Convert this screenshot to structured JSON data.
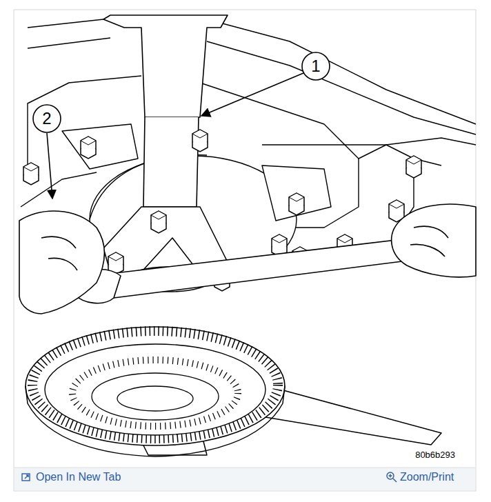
{
  "diagram": {
    "labels": [
      "1",
      "2",
      "80b6b293",
      "Open In New Tab",
      "Zoom/Print"
    ]
  }
}
